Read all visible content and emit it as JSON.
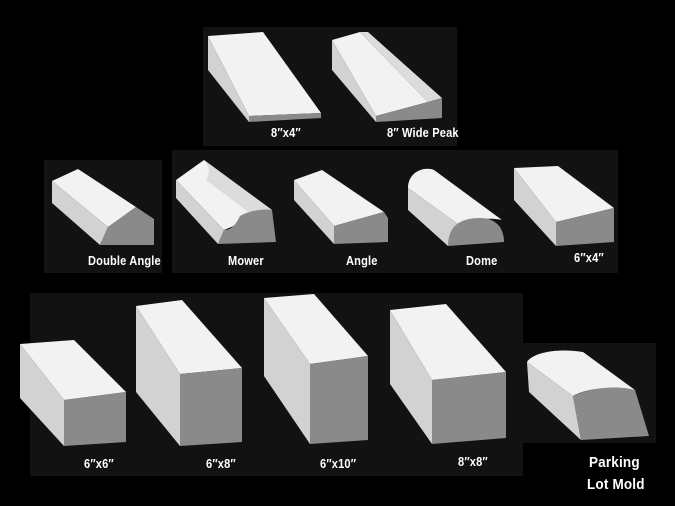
{
  "products": [
    {
      "id": "8x4",
      "label": "8″x4″",
      "shape": "curb-rect"
    },
    {
      "id": "8-wide-peak",
      "label": "8″ Wide Peak",
      "shape": "curb-peak"
    },
    {
      "id": "double-angle",
      "label": "Double Angle",
      "shape": "curb-double-angle"
    },
    {
      "id": "mower",
      "label": "Mower",
      "shape": "curb-mower"
    },
    {
      "id": "angle",
      "label": "Angle",
      "shape": "curb-angle"
    },
    {
      "id": "dome",
      "label": "Dome",
      "shape": "curb-dome"
    },
    {
      "id": "6x4",
      "label": "6″x4″",
      "shape": "curb-rect"
    },
    {
      "id": "6x6",
      "label": "6″x6″",
      "shape": "curb-rect"
    },
    {
      "id": "6x8",
      "label": "6″x8″",
      "shape": "curb-rect"
    },
    {
      "id": "6x10",
      "label": "6″x10″",
      "shape": "curb-rect"
    },
    {
      "id": "8x8",
      "label": "8″x8″",
      "shape": "curb-rect"
    },
    {
      "id": "parking-lot-mold",
      "label_line1": "Parking",
      "label_line2": "Lot Mold",
      "shape": "curb-parking"
    }
  ],
  "colors": {
    "background": "#000000",
    "panel": "#121212",
    "top_face": "#f2f2f2",
    "side_face": "#cfcfcf",
    "end_face": "#8a8a8a",
    "label": "#ffffff"
  }
}
